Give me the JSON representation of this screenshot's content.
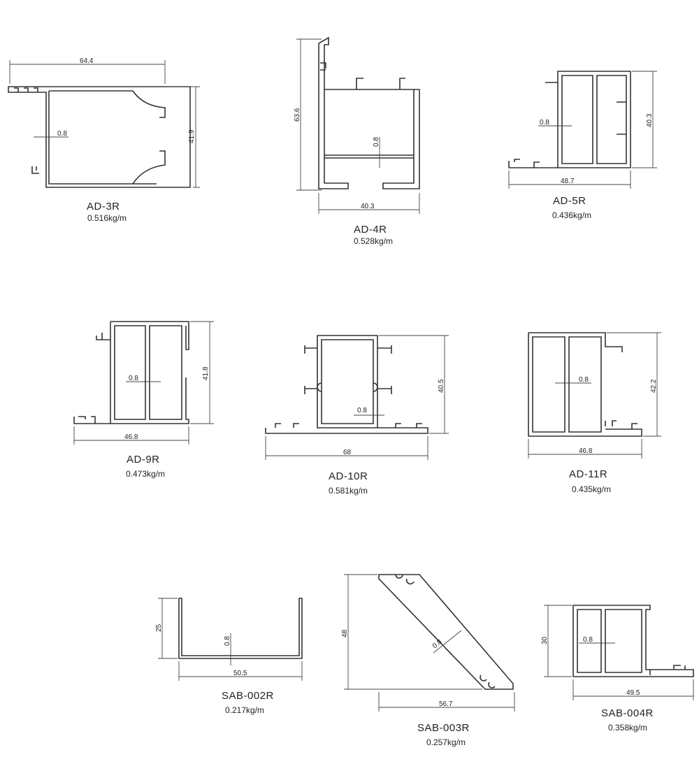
{
  "profiles": [
    {
      "id": "ad3r",
      "name": "AD-3R",
      "weight": "0.516kg/m",
      "dims": [
        "64.4",
        "41.9",
        "0.8"
      ]
    },
    {
      "id": "ad4r",
      "name": "AD-4R",
      "weight": "0.528kg/m",
      "dims": [
        "63.6",
        "40.3",
        "0.8"
      ]
    },
    {
      "id": "ad5r",
      "name": "AD-5R",
      "weight": "0.436kg/m",
      "dims": [
        "40.3",
        "48.7",
        "0.8"
      ]
    },
    {
      "id": "ad9r",
      "name": "AD-9R",
      "weight": "0.473kg/m",
      "dims": [
        "41.8",
        "46.8",
        "0.8"
      ]
    },
    {
      "id": "ad10r",
      "name": "AD-10R",
      "weight": "0.581kg/m",
      "dims": [
        "40.5",
        "68",
        "0.8"
      ]
    },
    {
      "id": "ad11r",
      "name": "AD-11R",
      "weight": "0.435kg/m",
      "dims": [
        "42.2",
        "46.8",
        "0.8"
      ]
    },
    {
      "id": "sab002r",
      "name": "SAB-002R",
      "weight": "0.217kg/m",
      "dims": [
        "25",
        "50.5",
        "0.8"
      ]
    },
    {
      "id": "sab003r",
      "name": "SAB-003R",
      "weight": "0.257kg/m",
      "dims": [
        "48",
        "56.7",
        "0.8"
      ]
    },
    {
      "id": "sab004r",
      "name": "SAB-004R",
      "weight": "0.358kg/m",
      "dims": [
        "30",
        "49.5",
        "0.8"
      ]
    }
  ]
}
